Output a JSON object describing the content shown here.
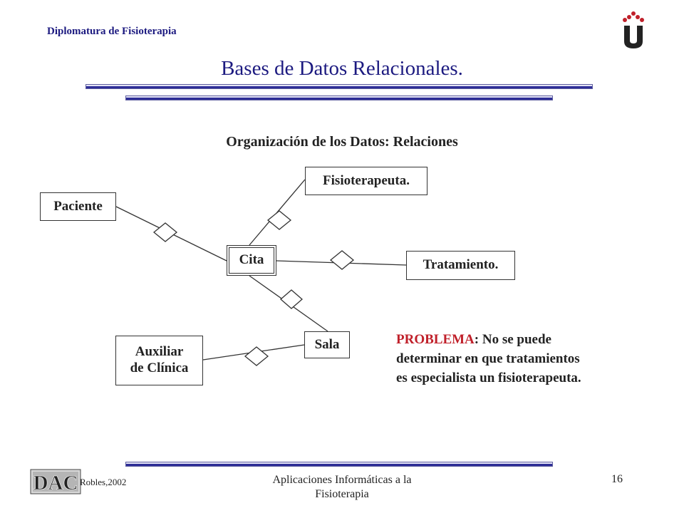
{
  "header": {
    "course": "Diplomatura de Fisioterapia",
    "title": "Bases de Datos Relacionales."
  },
  "diagram": {
    "subtitle": "Organización de los Datos: Relaciones",
    "entities": {
      "paciente": "Paciente",
      "fisioterapeuta": "Fisioterapeuta.",
      "cita": "Cita",
      "tratamiento": "Tratamiento.",
      "auxiliar_line1": "Auxiliar",
      "auxiliar_line2": "de Clínica",
      "sala": "Sala"
    },
    "problem": {
      "keyword": "PROBLEMA",
      "line1_rest": ": No se puede",
      "line2": "determinar en que tratamientos",
      "line3": "es especialista un fisioterapeuta."
    }
  },
  "footer": {
    "author": "Robles,2002",
    "course_line1": "Aplicaciones Informáticas a la",
    "course_line2": "Fisioterapia",
    "page_number": "16",
    "logo_text": "DAC"
  },
  "colors": {
    "title": "#1c1a80",
    "keyword": "#c0202a",
    "bar": "#2d2d96"
  }
}
